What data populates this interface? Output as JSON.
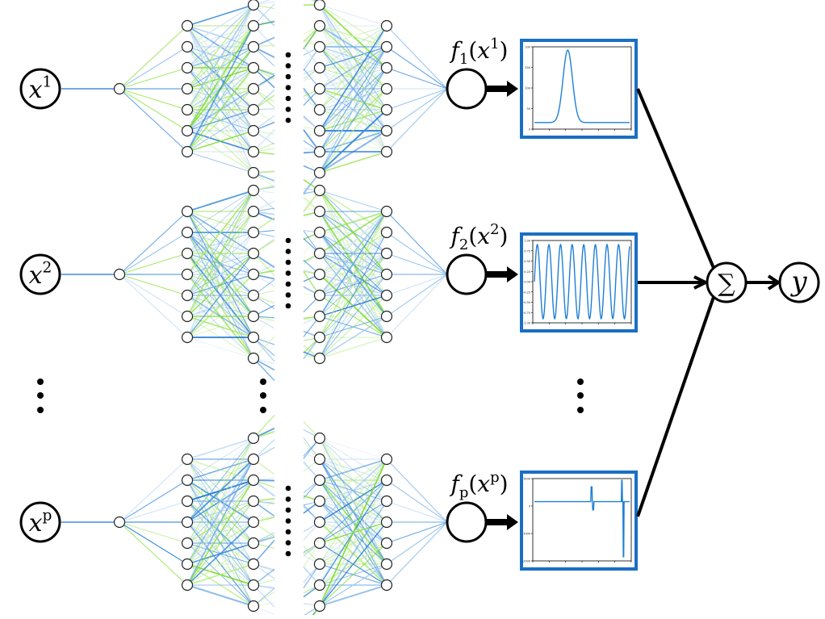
{
  "diagram": {
    "edge_colors": [
      "#1f77d4",
      "#6aa8e6",
      "#9cc7ee",
      "#cfe3f6",
      "#7ddc2e",
      "#a8e86a",
      "#c9f0a0",
      "#3b8fd8"
    ],
    "frame_color": "#1a6fc4",
    "plot_color": "#1f7fd6",
    "rows": [
      {
        "id": "row-1",
        "input": {
          "base": "x",
          "sup": "1"
        },
        "output": {
          "f": "f",
          "sub": "1",
          "arg": "x",
          "sup": "1"
        },
        "plot": "gaussian-bump",
        "ticks": [
          "200",
          "150",
          "100",
          "50",
          "0"
        ]
      },
      {
        "id": "row-2",
        "input": {
          "base": "x",
          "sup": "2"
        },
        "output": {
          "f": "f",
          "sub": "2",
          "arg": "x",
          "sup": "2"
        },
        "plot": "sine-wave",
        "ticks": [
          "1.00",
          "0.75",
          "0.50",
          "0.25",
          "0.00",
          "-0.25",
          "-0.50",
          "-0.75",
          "-1.00"
        ]
      },
      {
        "id": "row-p",
        "input": {
          "base": "x",
          "sup": "p"
        },
        "output": {
          "f": "f",
          "sub": "p",
          "arg": "x",
          "sup": "p"
        },
        "plot": "spike-signal",
        "ticks": [
          "1000",
          "0",
          "-1000",
          "-2000"
        ]
      }
    ],
    "sum_symbol": "∑",
    "output_label": "y"
  }
}
